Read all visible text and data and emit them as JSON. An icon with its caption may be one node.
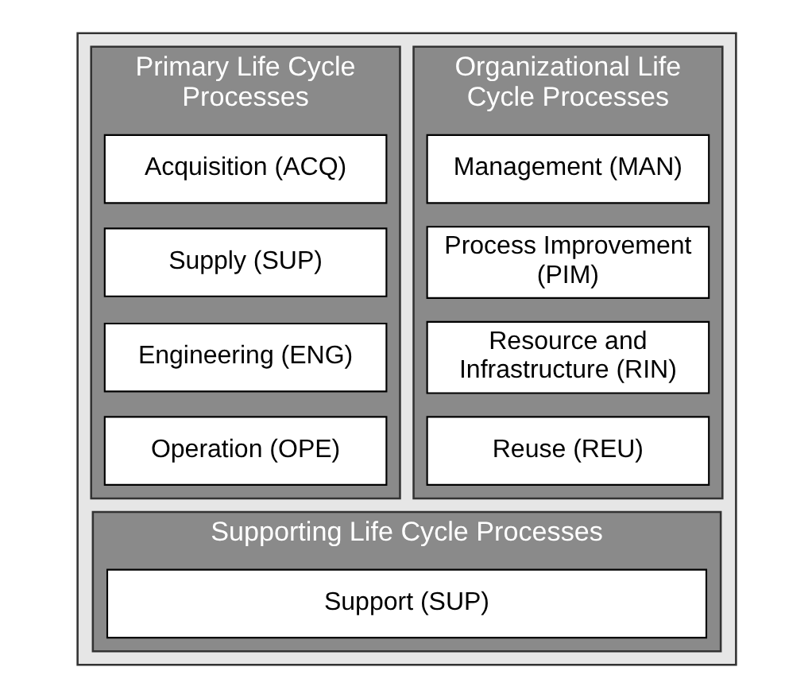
{
  "diagram": {
    "nodes": [
      {
        "text": [],
        "shape": "box"
      },
      {
        "text": [
          "Primary Life Cycle Processes"
        ],
        "in": 0
      },
      {
        "text": [
          "Acquisition (ACQ)"
        ],
        "in": 1
      },
      {
        "text": [
          "Supply (SUP)"
        ],
        "in": 1
      },
      {
        "text": [
          "Engineering (ENG)"
        ],
        "in": 1
      },
      {
        "text": [
          "Operation (OPE)"
        ],
        "in": 1
      },
      {
        "text": [
          "Organizational Life Cycle Processes"
        ],
        "in": 0
      },
      {
        "text": [
          "Management (MAN)"
        ],
        "in": 6
      },
      {
        "text": [
          "Process Improvement (PIM)"
        ],
        "in": 6
      },
      {
        "text": [
          "Resource and Infrastructure (RIN)"
        ],
        "in": 6
      },
      {
        "text": [
          "Reuse (REU)"
        ],
        "in": 6
      },
      {
        "text": [
          "Supporting Life Cycle Processes"
        ],
        "in": 0
      },
      {
        "text": [
          "Support (SUP)"
        ],
        "in": 11
      }
    ],
    "edges": []
  }
}
